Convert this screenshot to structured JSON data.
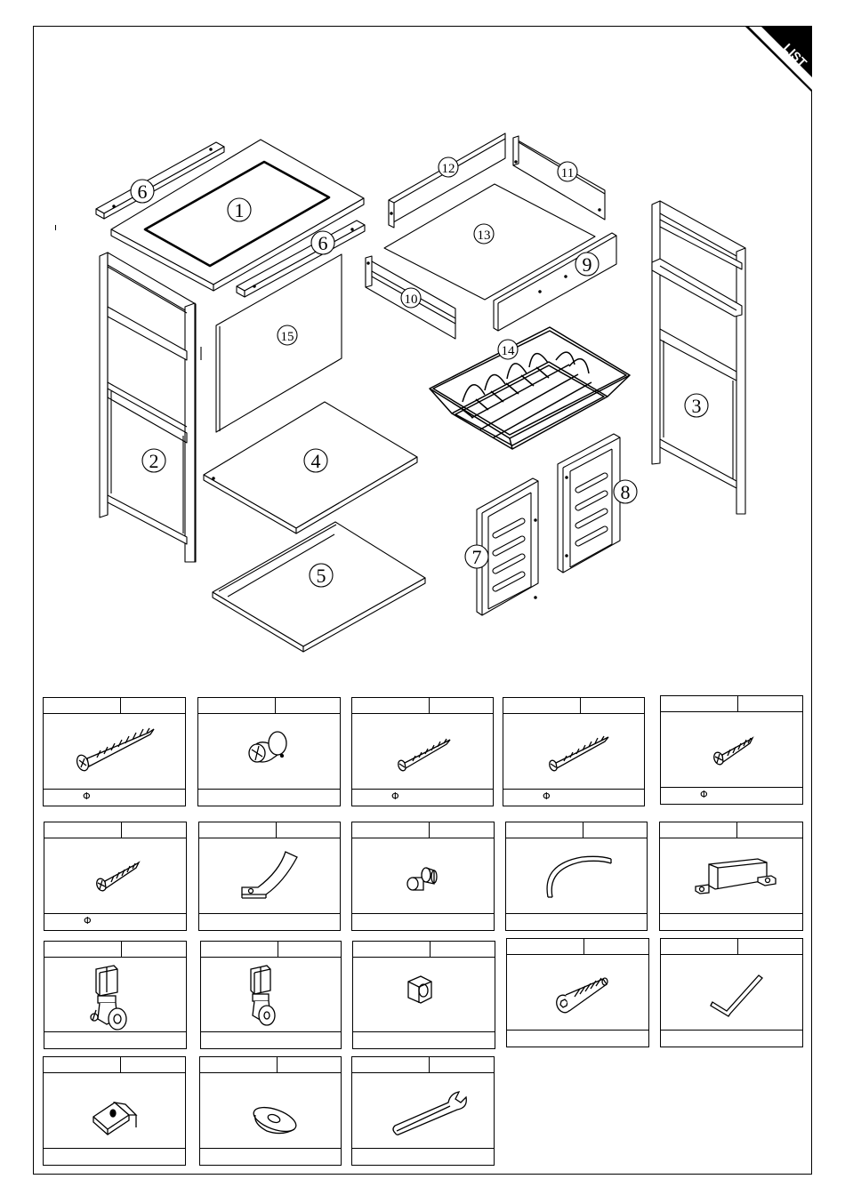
{
  "corner_tab": {
    "label": "LIST"
  },
  "parts": [
    {
      "id": "1",
      "label": "1"
    },
    {
      "id": "2",
      "label": "2"
    },
    {
      "id": "3",
      "label": "3"
    },
    {
      "id": "4",
      "label": "4"
    },
    {
      "id": "5",
      "label": "5"
    },
    {
      "id": "6a",
      "label": "6"
    },
    {
      "id": "6b",
      "label": "6"
    },
    {
      "id": "7",
      "label": "7"
    },
    {
      "id": "8",
      "label": "8"
    },
    {
      "id": "9",
      "label": "9"
    },
    {
      "id": "10",
      "label": "10"
    },
    {
      "id": "11",
      "label": "11"
    },
    {
      "id": "12",
      "label": "12"
    },
    {
      "id": "13",
      "label": "13"
    },
    {
      "id": "14",
      "label": "14"
    },
    {
      "id": "15",
      "label": "15"
    }
  ],
  "hardware": [
    {
      "icon": "long-wood-screw-icon",
      "footer": "Φ"
    },
    {
      "icon": "cam-lock-icon",
      "footer": ""
    },
    {
      "icon": "wood-screw-icon",
      "footer": "Φ"
    },
    {
      "icon": "wood-screw-icon",
      "footer": "Φ"
    },
    {
      "icon": "short-screw-icon",
      "footer": "Φ"
    },
    {
      "icon": "short-screw-icon",
      "footer": "Φ"
    },
    {
      "icon": "curved-bracket-icon",
      "footer": ""
    },
    {
      "icon": "knob-icon",
      "footer": ""
    },
    {
      "icon": "curved-handle-icon",
      "footer": ""
    },
    {
      "icon": "magnetic-catch-icon",
      "footer": ""
    },
    {
      "icon": "locking-caster-icon",
      "footer": ""
    },
    {
      "icon": "caster-icon",
      "footer": ""
    },
    {
      "icon": "hex-nut-icon",
      "footer": ""
    },
    {
      "icon": "socket-bolt-icon",
      "footer": ""
    },
    {
      "icon": "allen-key-icon",
      "footer": ""
    },
    {
      "icon": "corner-block-icon",
      "footer": ""
    },
    {
      "icon": "washer-plate-icon",
      "footer": ""
    },
    {
      "icon": "wrench-icon",
      "footer": ""
    }
  ]
}
